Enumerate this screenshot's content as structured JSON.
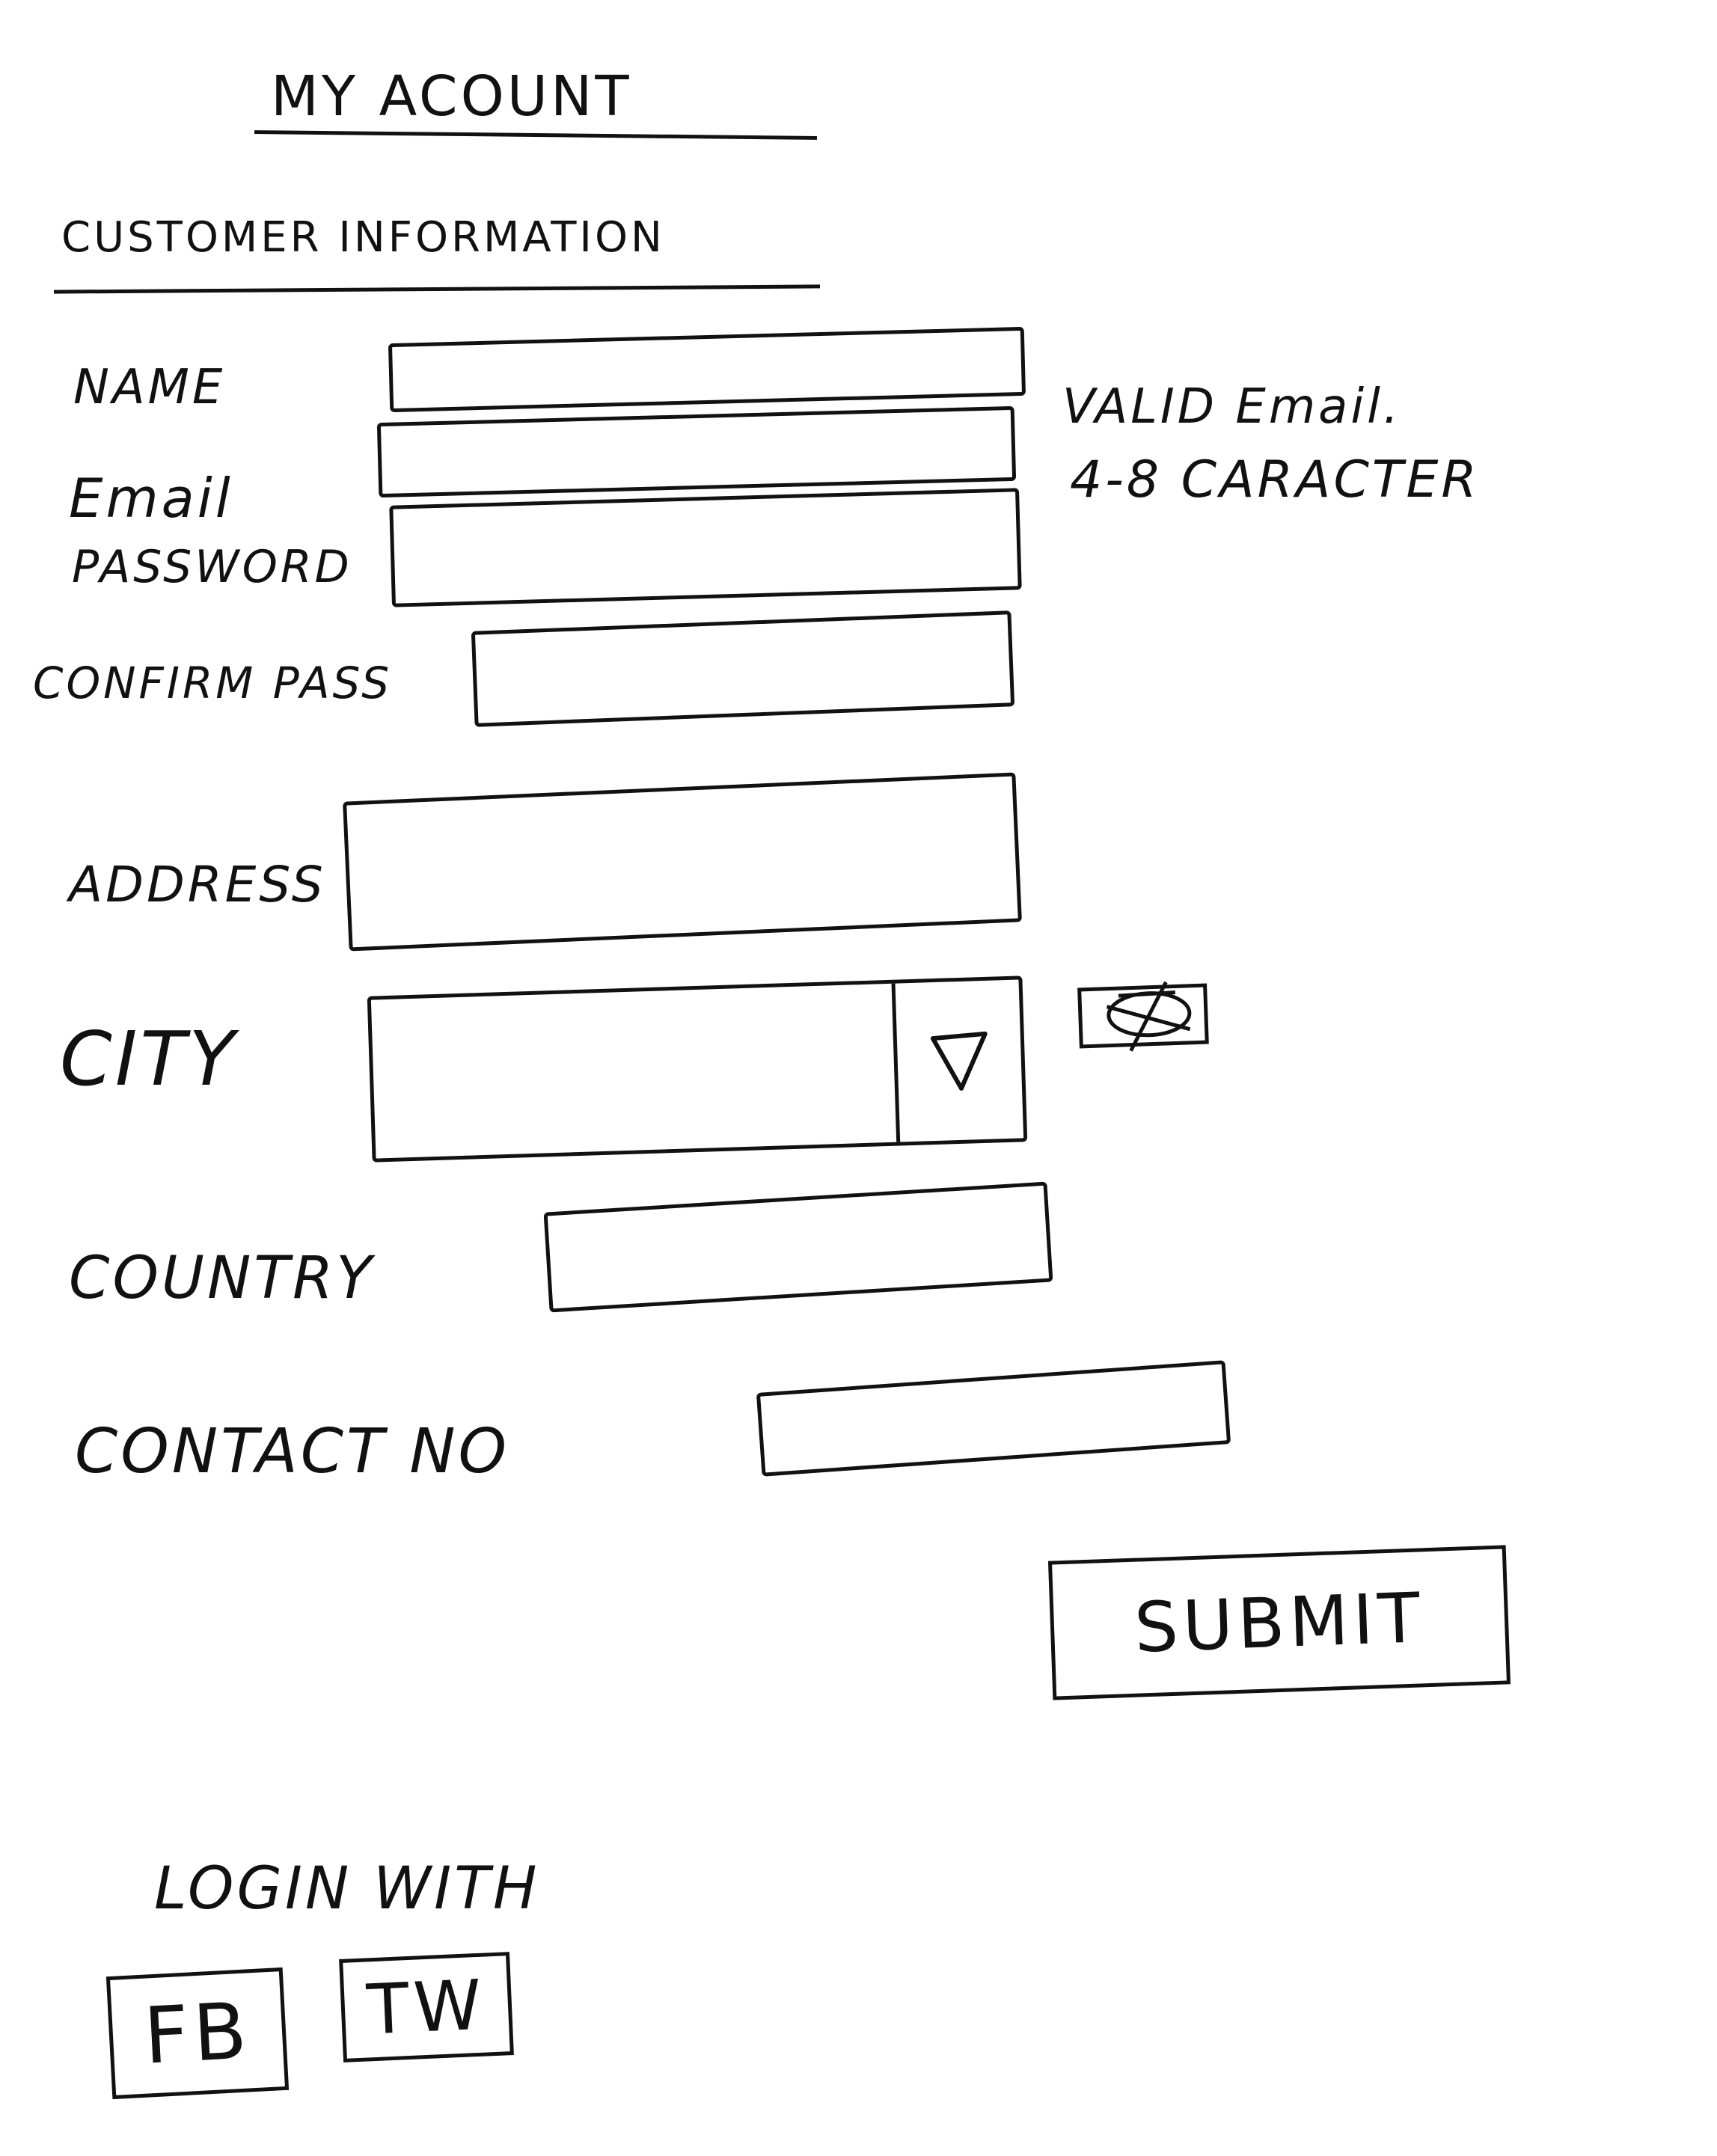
{
  "page": {
    "title": "MY ACOUNT",
    "section_title": "CUSTOMER INFORMATION"
  },
  "form": {
    "name_label": "NAME",
    "email_label": "Email",
    "email_hint": "VALID Email.",
    "password_label": "PASSWORD",
    "password_hint": "4-8 CARACTER",
    "confirm_label": "CONFIRM PASS",
    "address_label": "ADDRESS",
    "city_label": "CITY",
    "city_dropdown_icon": "triangle-down-icon",
    "city_extra_icon": "crossed-out-box-icon",
    "country_label": "COUNTRY",
    "contact_label": "CONTACT NO",
    "submit_label": "SUBMIT"
  },
  "login": {
    "heading": "LOGIN WITH",
    "fb_label": "FB",
    "tw_label": "TW"
  }
}
